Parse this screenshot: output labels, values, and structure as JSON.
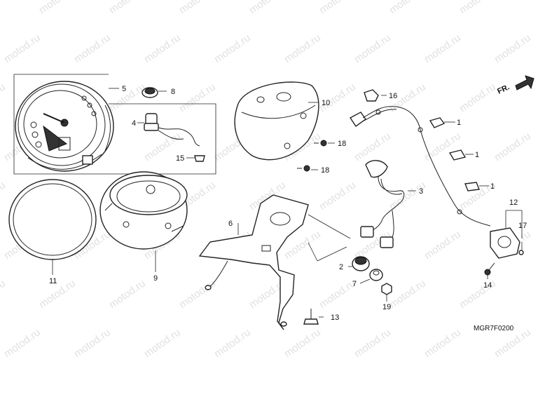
{
  "diagram": {
    "watermark_text": "motod.ru",
    "direction_label": "FR.",
    "diagram_code": "MGR7F0200",
    "callouts": [
      "5",
      "8",
      "4",
      "15",
      "11",
      "9",
      "10",
      "18",
      "18",
      "16",
      "1",
      "1",
      "1",
      "3",
      "6",
      "2",
      "7",
      "19",
      "13",
      "12",
      "17",
      "14"
    ]
  }
}
